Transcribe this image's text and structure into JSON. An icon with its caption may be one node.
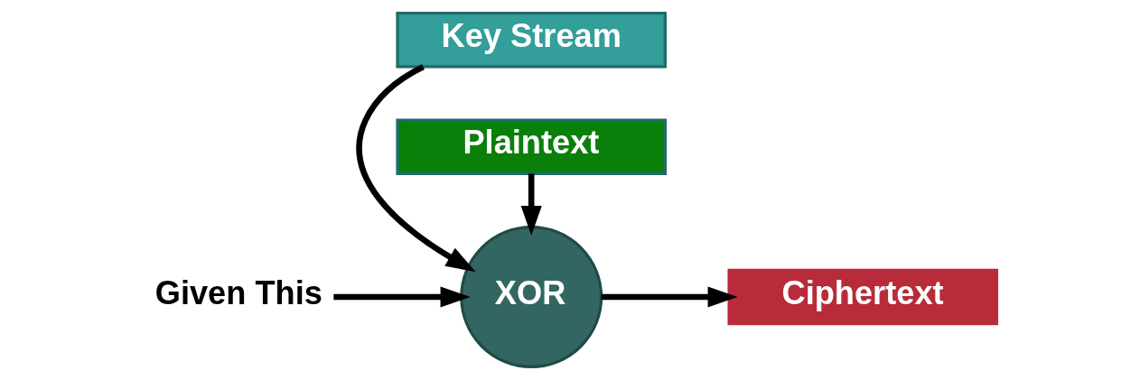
{
  "diagram": {
    "nodes": [
      {
        "text": [
          "Key Stream"
        ]
      },
      {
        "text": [
          "Given This"
        ]
      },
      {
        "text": [
          "XOR"
        ]
      },
      {
        "text": [
          "Ciphertext"
        ]
      },
      {
        "text": [
          "Plaintext"
        ]
      }
    ],
    "edges": [
      {
        "from": 0,
        "to": 2,
        "arrow": "to"
      },
      {
        "from": 1,
        "to": 2,
        "arrow": "to"
      },
      {
        "from": 2,
        "to": 3,
        "arrow": "to"
      },
      {
        "from": 4,
        "to": 2,
        "arrow": "to"
      }
    ]
  }
}
